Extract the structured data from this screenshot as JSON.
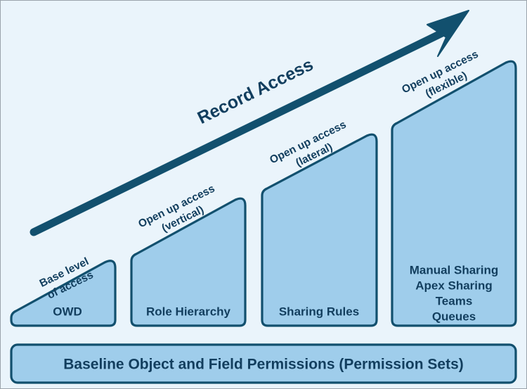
{
  "diagram": {
    "title": "Record Access",
    "background_color": "#eaf4fb",
    "shape_fill_color": "#9fcdeb",
    "shape_border_color": "#12506e",
    "text_color": "#123e5e",
    "arrow": {
      "label": "Record Access",
      "direction": "up-right",
      "color": "#12506e"
    },
    "levels": [
      {
        "id": "owd",
        "label": "OWD",
        "annotation_line1": "Base level",
        "annotation_line2": "of access",
        "extra_lines": []
      },
      {
        "id": "role-hierarchy",
        "label": "Role Hierarchy",
        "annotation_line1": "Open up access",
        "annotation_line2": "(vertical)",
        "extra_lines": []
      },
      {
        "id": "sharing-rules",
        "label": "Sharing Rules",
        "annotation_line1": "Open up access",
        "annotation_line2": "(lateral)",
        "extra_lines": []
      },
      {
        "id": "manual-sharing",
        "label": "",
        "annotation_line1": "Open up access",
        "annotation_line2": "(flexible)",
        "extra_lines": [
          "Manual Sharing",
          "Apex Sharing",
          "Teams",
          "Queues"
        ]
      }
    ],
    "baseline": {
      "label": "Baseline Object and Field Permissions (Permission Sets)"
    }
  }
}
